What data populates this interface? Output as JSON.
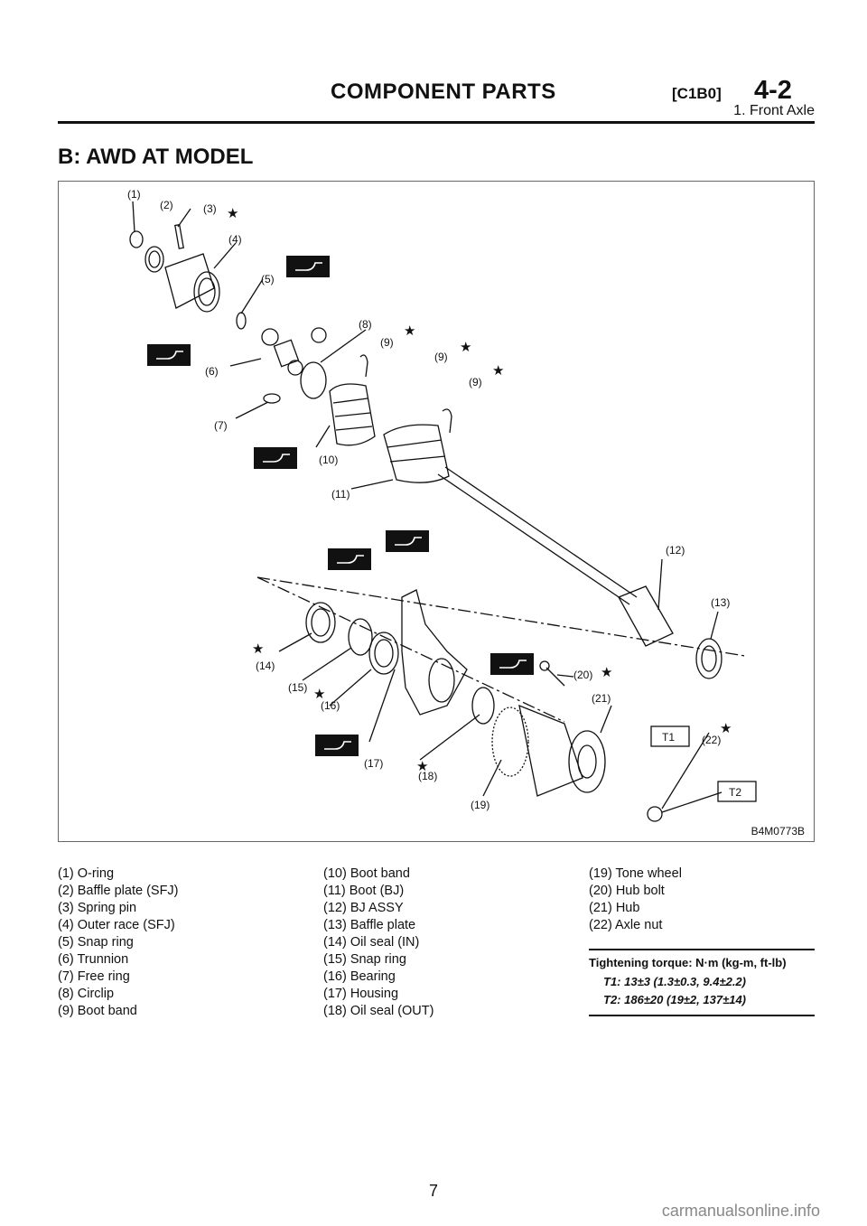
{
  "header": {
    "title": "COMPONENT PARTS",
    "code": "[C1B0]",
    "section": "4-2",
    "subsection": "1. Front Axle"
  },
  "section_title": "B: AWD AT MODEL",
  "figure": {
    "code": "B4M0773B",
    "callouts": [
      "(1)",
      "(2)",
      "(3)",
      "(4)",
      "(5)",
      "(6)",
      "(7)",
      "(8)",
      "(9)",
      "(9)",
      "(9)",
      "(10)",
      "(11)",
      "(12)",
      "(13)",
      "(14)",
      "(15)",
      "(16)",
      "(17)",
      "(18)",
      "(19)",
      "(20)",
      "(21)",
      "(22)"
    ],
    "torque_boxes": [
      "T1",
      "T2"
    ]
  },
  "legend": {
    "col1": [
      "(1) O-ring",
      "(2) Baffle plate (SFJ)",
      "(3) Spring pin",
      "(4) Outer race (SFJ)",
      "(5) Snap ring",
      "(6) Trunnion",
      "(7) Free ring",
      "(8) Circlip",
      "(9) Boot band"
    ],
    "col2": [
      "(10) Boot band",
      "(11) Boot (BJ)",
      "(12) BJ ASSY",
      "(13) Baffle plate",
      "(14) Oil seal (IN)",
      "(15) Snap ring",
      "(16) Bearing",
      "(17) Housing",
      "(18) Oil seal (OUT)"
    ],
    "col3": [
      "(19) Tone wheel",
      "(20) Hub bolt",
      "(21) Hub",
      "(22) Axle nut"
    ]
  },
  "torque": {
    "heading": "Tightening torque: N·m (kg-m, ft-lb)",
    "t1": "T1: 13±3 (1.3±0.3, 9.4±2.2)",
    "t2": "T2: 186±20 (19±2, 137±14)"
  },
  "page_number": "7",
  "watermark": "carmanualsonline.info"
}
